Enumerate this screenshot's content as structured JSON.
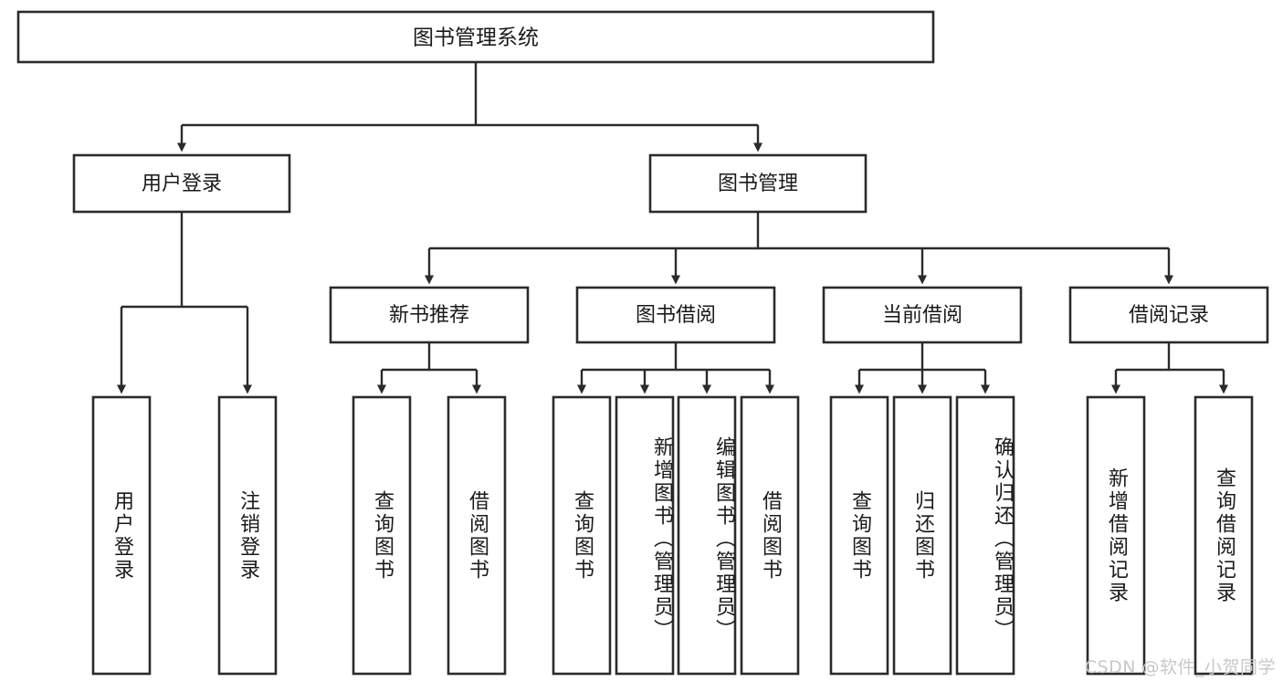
{
  "diagram": {
    "type": "tree",
    "title": "图书管理系统",
    "root": {
      "id": "root",
      "label": "图书管理系统",
      "orientation": "horizontal"
    },
    "level2": [
      {
        "id": "user-login",
        "label": "用户登录",
        "orientation": "horizontal"
      },
      {
        "id": "book-manage",
        "label": "图书管理",
        "orientation": "horizontal"
      }
    ],
    "level3": [
      {
        "id": "new-book-rec",
        "label": "新书推荐",
        "orientation": "horizontal",
        "parent": "book-manage"
      },
      {
        "id": "book-borrow",
        "label": "图书借阅",
        "orientation": "horizontal",
        "parent": "book-manage"
      },
      {
        "id": "current-borrow",
        "label": "当前借阅",
        "orientation": "horizontal",
        "parent": "book-manage"
      },
      {
        "id": "borrow-record",
        "label": "借阅记录",
        "orientation": "horizontal",
        "parent": "book-manage"
      }
    ],
    "leaves": [
      {
        "id": "leaf-user-login",
        "label": "用户登录",
        "parent": "user-login",
        "orientation": "vertical"
      },
      {
        "id": "leaf-logout",
        "label": "注销登录",
        "parent": "user-login",
        "orientation": "vertical"
      },
      {
        "id": "leaf-query-book-1",
        "label": "查询图书",
        "parent": "new-book-rec",
        "orientation": "vertical"
      },
      {
        "id": "leaf-borrow-book-1",
        "label": "借阅图书",
        "parent": "new-book-rec",
        "orientation": "vertical"
      },
      {
        "id": "leaf-query-book-2",
        "label": "查询图书",
        "parent": "book-borrow",
        "orientation": "vertical"
      },
      {
        "id": "leaf-add-book",
        "label": "新增图书（管理员）",
        "parent": "book-borrow",
        "orientation": "vertical"
      },
      {
        "id": "leaf-edit-book",
        "label": "编辑图书（管理员）",
        "parent": "book-borrow",
        "orientation": "vertical"
      },
      {
        "id": "leaf-borrow-book-2",
        "label": "借阅图书",
        "parent": "book-borrow",
        "orientation": "vertical"
      },
      {
        "id": "leaf-query-book-3",
        "label": "查询图书",
        "parent": "current-borrow",
        "orientation": "vertical"
      },
      {
        "id": "leaf-return-book",
        "label": "归还图书",
        "parent": "current-borrow",
        "orientation": "vertical"
      },
      {
        "id": "leaf-confirm-return",
        "label": "确认归还（管理员）",
        "parent": "current-borrow",
        "orientation": "vertical"
      },
      {
        "id": "leaf-add-record",
        "label": "新增借阅记录",
        "parent": "borrow-record",
        "orientation": "vertical"
      },
      {
        "id": "leaf-query-record",
        "label": "查询借阅记录",
        "parent": "borrow-record",
        "orientation": "vertical"
      }
    ],
    "colors": {
      "stroke": "#2b2b2b",
      "fill": "#ffffff",
      "text": "#1a1a1a",
      "watermark": "#c8c8c8"
    }
  },
  "watermark": {
    "text": "CSDN @软件_小贺同学"
  }
}
